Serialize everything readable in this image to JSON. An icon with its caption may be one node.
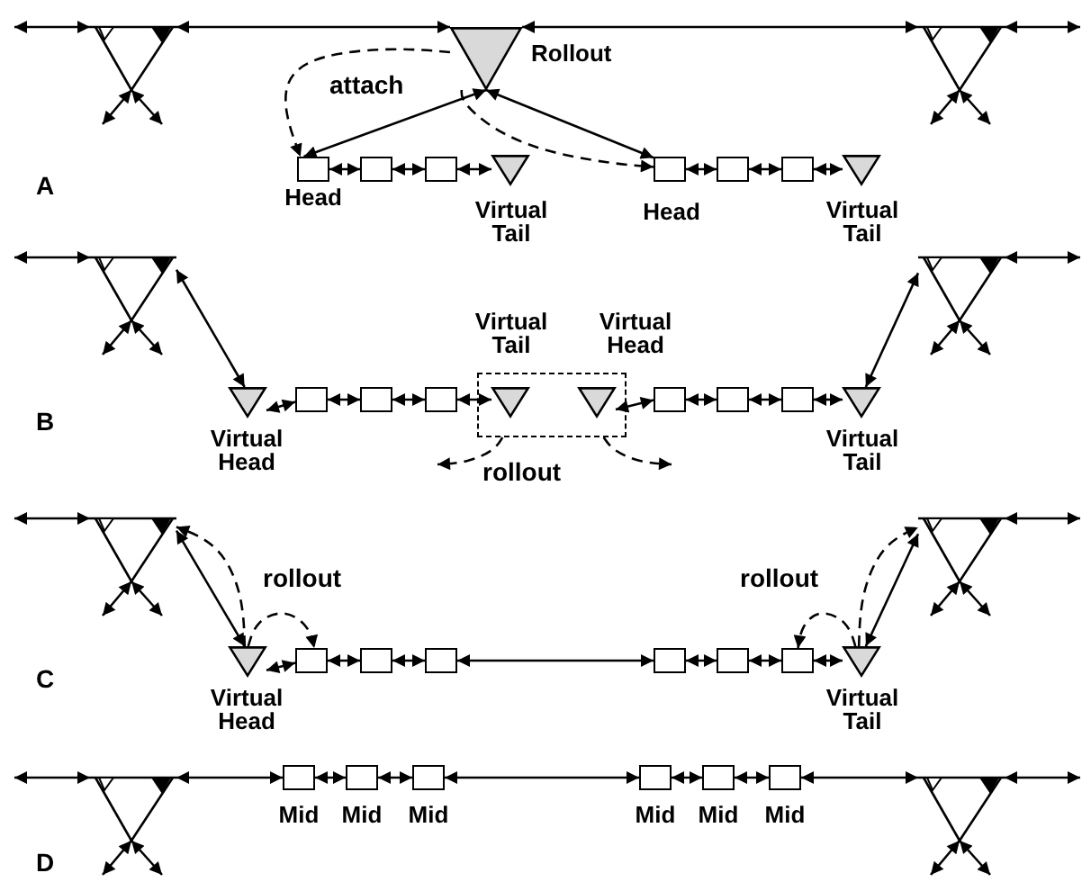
{
  "diagram": {
    "nodes": [
      {
        "text": [],
        "shape": "picture"
      },
      {
        "text": [],
        "shape": "triangle",
        "beside": [
          "Rollout"
        ]
      },
      {
        "text": [],
        "shape": "picture"
      },
      {
        "text": [],
        "shape": "box",
        "beside": [
          "Head"
        ]
      },
      {
        "text": [],
        "shape": "box"
      },
      {
        "text": [],
        "shape": "box"
      },
      {
        "text": [],
        "shape": "triangle",
        "beside": [
          "Virtual Tail"
        ]
      },
      {
        "text": [],
        "shape": "box",
        "beside": [
          "Head"
        ]
      },
      {
        "text": [],
        "shape": "box"
      },
      {
        "text": [],
        "shape": "box"
      },
      {
        "text": [],
        "shape": "triangle",
        "beside": [
          "Virtual Tail"
        ]
      },
      {
        "text": [],
        "shape": "picture"
      },
      {
        "text": [],
        "shape": "triangle",
        "beside": [
          "Virtual Head"
        ]
      },
      {
        "text": [],
        "shape": "box"
      },
      {
        "text": [],
        "shape": "box"
      },
      {
        "text": [],
        "shape": "box"
      },
      {
        "text": [],
        "shape": "box"
      },
      {
        "text": [],
        "shape": "triangle",
        "beside": [
          "Virtual Tail"
        ],
        "in": 16
      },
      {
        "text": [],
        "shape": "triangle",
        "beside": [
          "Virtual Head"
        ],
        "in": 16
      },
      {
        "text": [],
        "shape": "box"
      },
      {
        "text": [],
        "shape": "box"
      },
      {
        "text": [],
        "shape": "box"
      },
      {
        "text": [],
        "shape": "triangle",
        "beside": [
          "Virtual Tail"
        ]
      },
      {
        "text": [],
        "shape": "picture"
      },
      {
        "text": [],
        "shape": "picture"
      },
      {
        "text": [],
        "shape": "triangle",
        "beside": [
          "Virtual Head"
        ]
      },
      {
        "text": [],
        "shape": "box"
      },
      {
        "text": [],
        "shape": "box"
      },
      {
        "text": [],
        "shape": "box"
      },
      {
        "text": [],
        "shape": "box"
      },
      {
        "text": [],
        "shape": "box"
      },
      {
        "text": [],
        "shape": "box"
      },
      {
        "text": [],
        "shape": "triangle",
        "beside": [
          "Virtual Tail"
        ]
      },
      {
        "text": [],
        "shape": "picture"
      },
      {
        "text": [],
        "shape": "picture"
      },
      {
        "text": [],
        "shape": "box",
        "beside": [
          "Mid"
        ]
      },
      {
        "text": [],
        "shape": "box",
        "beside": [
          "Mid"
        ]
      },
      {
        "text": [],
        "shape": "box",
        "beside": [
          "Mid"
        ]
      },
      {
        "text": [],
        "shape": "box",
        "beside": [
          "Mid"
        ]
      },
      {
        "text": [],
        "shape": "box",
        "beside": [
          "Mid"
        ]
      },
      {
        "text": [],
        "shape": "box",
        "beside": [
          "Mid"
        ]
      },
      {
        "text": [],
        "shape": "picture"
      }
    ],
    "edges": [
      {
        "from": null,
        "to": 0,
        "arrow": "both"
      },
      {
        "from": 0,
        "to": 1,
        "arrow": "both"
      },
      {
        "from": 1,
        "to": 2,
        "arrow": "both"
      },
      {
        "from": 2,
        "to": null,
        "arrow": "both"
      },
      {
        "from": 1,
        "to": 3,
        "arrow": "both"
      },
      {
        "from": 1,
        "to": 7,
        "arrow": "both"
      },
      {
        "from": 3,
        "to": 4,
        "arrow": "both"
      },
      {
        "from": 4,
        "to": 5,
        "arrow": "both"
      },
      {
        "from": 5,
        "to": 6,
        "arrow": "both"
      },
      {
        "from": 7,
        "to": 8,
        "arrow": "both"
      },
      {
        "from": 8,
        "to": 9,
        "arrow": "both"
      },
      {
        "from": 9,
        "to": 10,
        "arrow": "both"
      },
      {
        "from": 1,
        "to": 3,
        "arrow": "to",
        "style": "dashed"
      },
      {
        "from": 1,
        "to": 7,
        "arrow": "to",
        "style": "dashed"
      },
      {
        "from": null,
        "to": 11,
        "arrow": "both"
      },
      {
        "from": 11,
        "to": 12,
        "arrow": "both"
      },
      {
        "from": 12,
        "to": 13,
        "arrow": "both"
      },
      {
        "from": 13,
        "to": 14,
        "arrow": "both"
      },
      {
        "from": 14,
        "to": 15,
        "arrow": "both"
      },
      {
        "from": 15,
        "to": 17,
        "arrow": "both"
      },
      {
        "from": 18,
        "to": 19,
        "arrow": "both"
      },
      {
        "from": 19,
        "to": 20,
        "arrow": "both"
      },
      {
        "from": 20,
        "to": 21,
        "arrow": "both"
      },
      {
        "from": 21,
        "to": 22,
        "arrow": "both"
      },
      {
        "from": 22,
        "to": 23,
        "arrow": "both"
      },
      {
        "from": 23,
        "to": null,
        "arrow": "both"
      },
      {
        "from": 16,
        "to": null,
        "arrow": "to",
        "style": "dashed"
      },
      {
        "from": 16,
        "to": null,
        "arrow": "to",
        "style": "dashed"
      },
      {
        "from": null,
        "to": 24,
        "arrow": "both"
      },
      {
        "from": 24,
        "to": 25,
        "arrow": "both"
      },
      {
        "from": 25,
        "to": 26,
        "arrow": "both"
      },
      {
        "from": 26,
        "to": 27,
        "arrow": "both"
      },
      {
        "from": 27,
        "to": 28,
        "arrow": "both"
      },
      {
        "from": 28,
        "to": 29,
        "arrow": "both"
      },
      {
        "from": 29,
        "to": 30,
        "arrow": "both"
      },
      {
        "from": 30,
        "to": 31,
        "arrow": "both"
      },
      {
        "from": 31,
        "to": 32,
        "arrow": "both"
      },
      {
        "from": 32,
        "to": 33,
        "arrow": "both"
      },
      {
        "from": 33,
        "to": null,
        "arrow": "both"
      },
      {
        "from": 25,
        "to": 24,
        "arrow": "to",
        "style": "dashed"
      },
      {
        "from": 25,
        "to": 26,
        "arrow": "to",
        "style": "dashed"
      },
      {
        "from": 32,
        "to": 33,
        "arrow": "to",
        "style": "dashed"
      },
      {
        "from": 32,
        "to": 31,
        "arrow": "to",
        "style": "dashed"
      },
      {
        "from": null,
        "to": 34,
        "arrow": "both"
      },
      {
        "from": 34,
        "to": 35,
        "arrow": "both"
      },
      {
        "from": 35,
        "to": 36,
        "arrow": "both"
      },
      {
        "from": 36,
        "to": 37,
        "arrow": "both"
      },
      {
        "from": 37,
        "to": 38,
        "arrow": "both"
      },
      {
        "from": 38,
        "to": 39,
        "arrow": "both"
      },
      {
        "from": 39,
        "to": 40,
        "arrow": "both"
      },
      {
        "from": 40,
        "to": 41,
        "arrow": "both"
      },
      {
        "from": 41,
        "to": null,
        "arrow": "both"
      }
    ],
    "labels": [
      "attach",
      "A",
      "B",
      "rollout",
      "rollout",
      "rollout",
      "C",
      "D"
    ]
  }
}
